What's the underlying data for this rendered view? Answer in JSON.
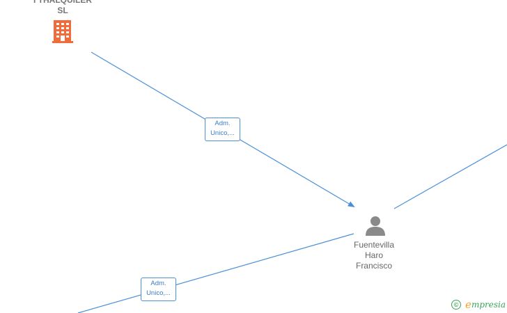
{
  "nodes": {
    "company": {
      "name_line1": "I THALQUILER",
      "name_line2": "SL",
      "icon": "building-icon",
      "icon_color": "#f26b3a"
    },
    "person": {
      "name_line1": "Fuentevilla",
      "name_line2": "Haro",
      "name_line3": "Francisco",
      "icon": "person-icon",
      "icon_color": "#8a8a8a"
    }
  },
  "edges": [
    {
      "label_line1": "Adm.",
      "label_line2": "Unico,..."
    },
    {
      "label_line1": "Adm.",
      "label_line2": "Unico,..."
    }
  ],
  "colors": {
    "edge": "#4a8fd8",
    "label_text": "#3d7cc9"
  },
  "watermark": {
    "symbol": "©",
    "brand_initial": "e",
    "brand_rest": "mpresia"
  }
}
